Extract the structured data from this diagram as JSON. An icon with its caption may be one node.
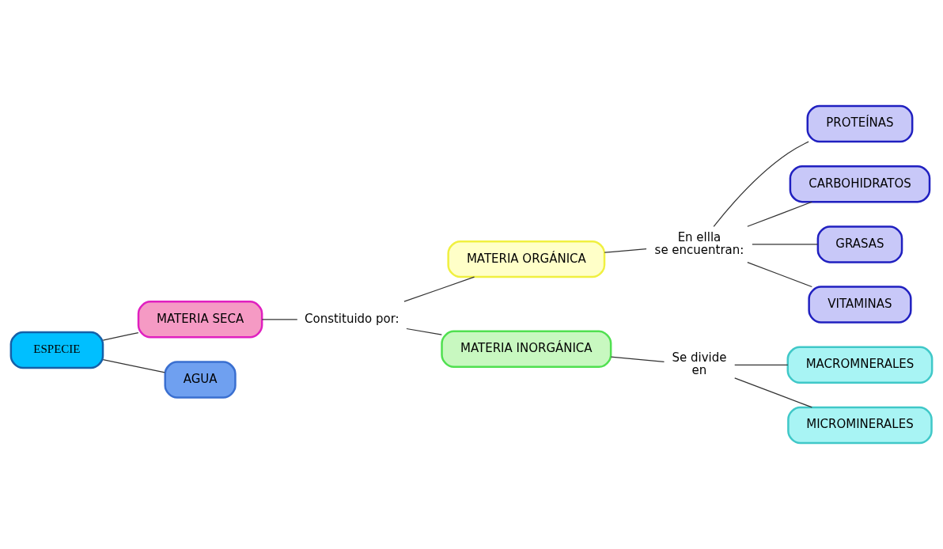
{
  "diagram": {
    "nodes": [
      {
        "text": [
          "ESPECIE"
        ]
      },
      {
        "text": [
          "MATERIA SECA"
        ]
      },
      {
        "text": [
          "AGUA"
        ]
      },
      {
        "text": [
          "Constituido por:"
        ]
      },
      {
        "text": [
          "MATERIA ORGÁNICA"
        ]
      },
      {
        "text": [
          "MATERIA INORGÁNICA"
        ]
      },
      {
        "text": [
          "En ellla se encuentran:"
        ]
      },
      {
        "text": [
          "PROTEÍNAS"
        ]
      },
      {
        "text": [
          "CARBOHIDRATOS"
        ]
      },
      {
        "text": [
          "GRASAS"
        ]
      },
      {
        "text": [
          "VITAMINAS"
        ]
      },
      {
        "text": [
          "Se divide en"
        ]
      },
      {
        "text": [
          "MACROMNERALES"
        ]
      },
      {
        "text": [
          "MICROMINERALES"
        ]
      }
    ],
    "edges": [
      {
        "from": 0,
        "to": 1,
        "arrow": "none"
      },
      {
        "from": 0,
        "to": 2,
        "arrow": "none"
      },
      {
        "from": 1,
        "to": 3,
        "arrow": "none"
      },
      {
        "from": 3,
        "to": 4,
        "arrow": "none"
      },
      {
        "from": 3,
        "to": 5,
        "arrow": "none"
      },
      {
        "from": 4,
        "to": 6,
        "arrow": "none"
      },
      {
        "from": 6,
        "to": 7,
        "arrow": "none"
      },
      {
        "from": 6,
        "to": 8,
        "arrow": "none"
      },
      {
        "from": 6,
        "to": 9,
        "arrow": "none"
      },
      {
        "from": 6,
        "to": 10,
        "arrow": "none"
      },
      {
        "from": 5,
        "to": 11,
        "arrow": "none"
      },
      {
        "from": 11,
        "to": 12,
        "arrow": "none"
      },
      {
        "from": 11,
        "to": 13,
        "arrow": "none"
      }
    ]
  }
}
